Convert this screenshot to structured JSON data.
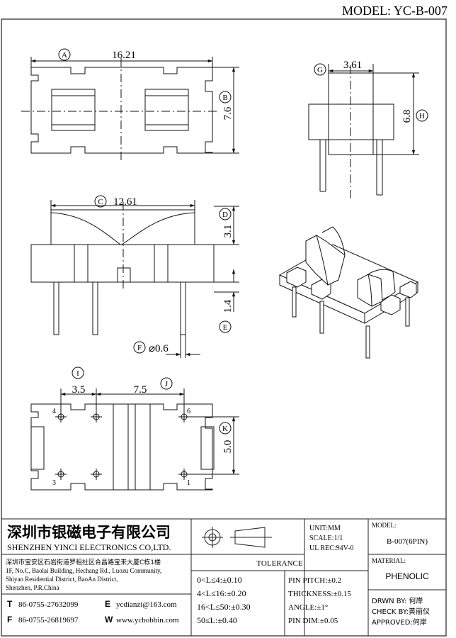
{
  "model_header": "MODEL: YC-B-007",
  "top_view": {
    "label_a": "A",
    "dim_a": "16.21",
    "label_b": "B",
    "dim_b": "7.6"
  },
  "side_view": {
    "label_g": "G",
    "dim_g": "3.61",
    "label_h": "H",
    "dim_h": "6.8"
  },
  "front_view": {
    "label_c": "C",
    "dim_c": "12.61",
    "label_d": "D",
    "dim_d": "3.1",
    "label_e": "E",
    "dim_e": "1.4",
    "label_f": "F",
    "dim_f": "⌀0.6"
  },
  "bottom_view": {
    "label_i": "I",
    "dim_i": "3.5",
    "label_j": "J",
    "dim_j": "7.5",
    "label_k": "K",
    "dim_k": "5.0",
    "pins": [
      "4",
      "6",
      "3",
      "1"
    ]
  },
  "title_block": {
    "company_cn": "深圳市银磁电子有限公司",
    "company_en": "SHENZHEN YINCI ELECTRONICS CO,LTD.",
    "address_cn": "深圳市宝安区石岩街道罗租社区合昌路宝来大厦C栋1楼",
    "address_en": [
      "1F, No.C, Baolai Building, Hechang Rd., Luozu Community,",
      "Shiyan Residential District, BaoAn District,",
      "Shenzhen, P.R.China"
    ],
    "contact": {
      "t_label": "T",
      "t_value": "86-0755-27632099",
      "e_label": "E",
      "e_value": "ycdianzi@163.com",
      "f_label": "F",
      "f_value": "86-0755-26819697",
      "w_label": "W",
      "w_value": "www.ycbobbin.com"
    },
    "unit": "UNIT:MM",
    "scale": "SCALE:1/1",
    "ul": "UL REC:94V-0",
    "model_label": "MODEL:",
    "model_value": "B-007(6PIN)",
    "material_label": "MATERIAL:",
    "material_value": "PHENOLIC",
    "tolerance_title": "TOLERANCE",
    "tolerances": [
      "0<L≤4:±0.10",
      "4<L≤16:±0.20",
      "16<L≤50:±0.30",
      "50≤L:±0.40"
    ],
    "tolerances_right": [
      "PIN PITCH:±0.2",
      "THICKNESS:±0.15",
      "ANGLE:±1°",
      "PIN DIM:±0.05"
    ],
    "drawn": "DRWN BY: 何岸",
    "check": "CHECK BY:黄丽仪",
    "approved": "APPROVED:何岸"
  }
}
